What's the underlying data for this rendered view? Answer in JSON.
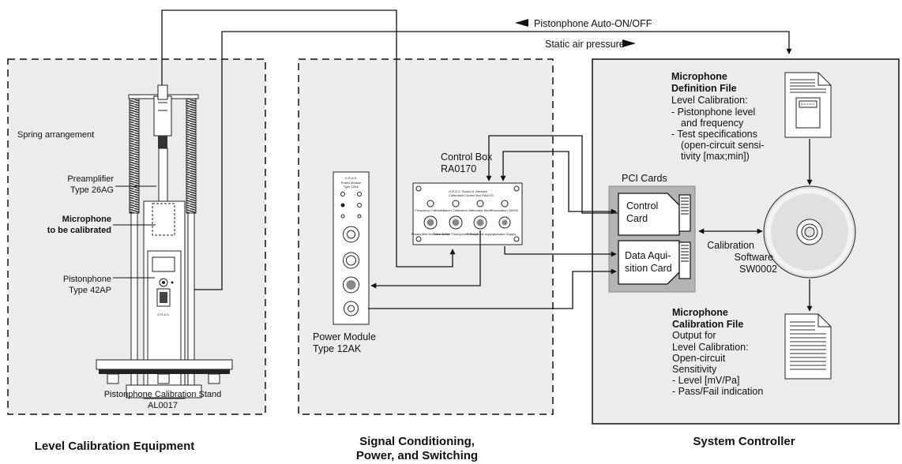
{
  "panels": {
    "level": "Level Calibration Equipment",
    "signal_line1": "Signal Conditioning,",
    "signal_line2": "Power, and Switching",
    "system": "System Controller"
  },
  "signals": {
    "auto_on_off": "Pistonphone Auto-ON/OFF",
    "static_pressure": "Static air pressure"
  },
  "stand": {
    "spring": "Spring arrangement",
    "preamp_1": "Preamplifier",
    "preamp_2": "Type 26AG",
    "mic_1": "Microphone",
    "mic_2": "to be calibrated",
    "piston_1": "Pistonphone",
    "piston_2": "Type 42AP",
    "caption_1": "Pistonphone Calibration Stand",
    "caption_2": "AL0017",
    "brand": "G.R.A.S."
  },
  "control_box": {
    "title_1": "Control Box",
    "title_2": "RA0170",
    "faceplate_brand": "G.R.A.S.   Sound & Vibration",
    "faceplate_sub": "Calibration Control Box RA0170",
    "top_jacks": [
      "Frequency Calibration",
      "Level Calibration",
      "Attenuator Mode",
      "Polarization 200/0V"
    ],
    "bottom_jacks": [
      "Preamplifier Actuator Stand",
      "Preamplifier Pistonphone Stand",
      "Pistonphone supply",
      "Actuator Supply"
    ]
  },
  "power_module": {
    "title_1": "Power Module",
    "title_2": "Type 12AK",
    "faceplate_brand": "G.R.A.S.",
    "faceplate_sub_1": "Power Module",
    "faceplate_sub_2": "Type 12AK"
  },
  "pci": {
    "title": "PCI Cards",
    "control_1": "Control",
    "control_2": "Card",
    "daq_1": "Data Aqui-",
    "daq_2": "sition Card"
  },
  "software": {
    "line1": "Calibration",
    "line2": "Software",
    "line3": "SW0002"
  },
  "definition_file": {
    "title_1": "Microphone",
    "title_2": "Definition File",
    "lines": [
      "Level Calibration:",
      "- Pistonphone level",
      "  and frequency",
      "- Test specifications",
      "  (open-circuit sensi-",
      "  tivity [max;min])"
    ]
  },
  "calibration_file": {
    "title_1": "Microphone",
    "title_2": "Calibration File",
    "lines": [
      "Output for",
      "Level Calibration:",
      "Open-circuit",
      "Sensitivity",
      "- Level [mV/Pa]",
      "- Pass/Fail indication"
    ]
  }
}
